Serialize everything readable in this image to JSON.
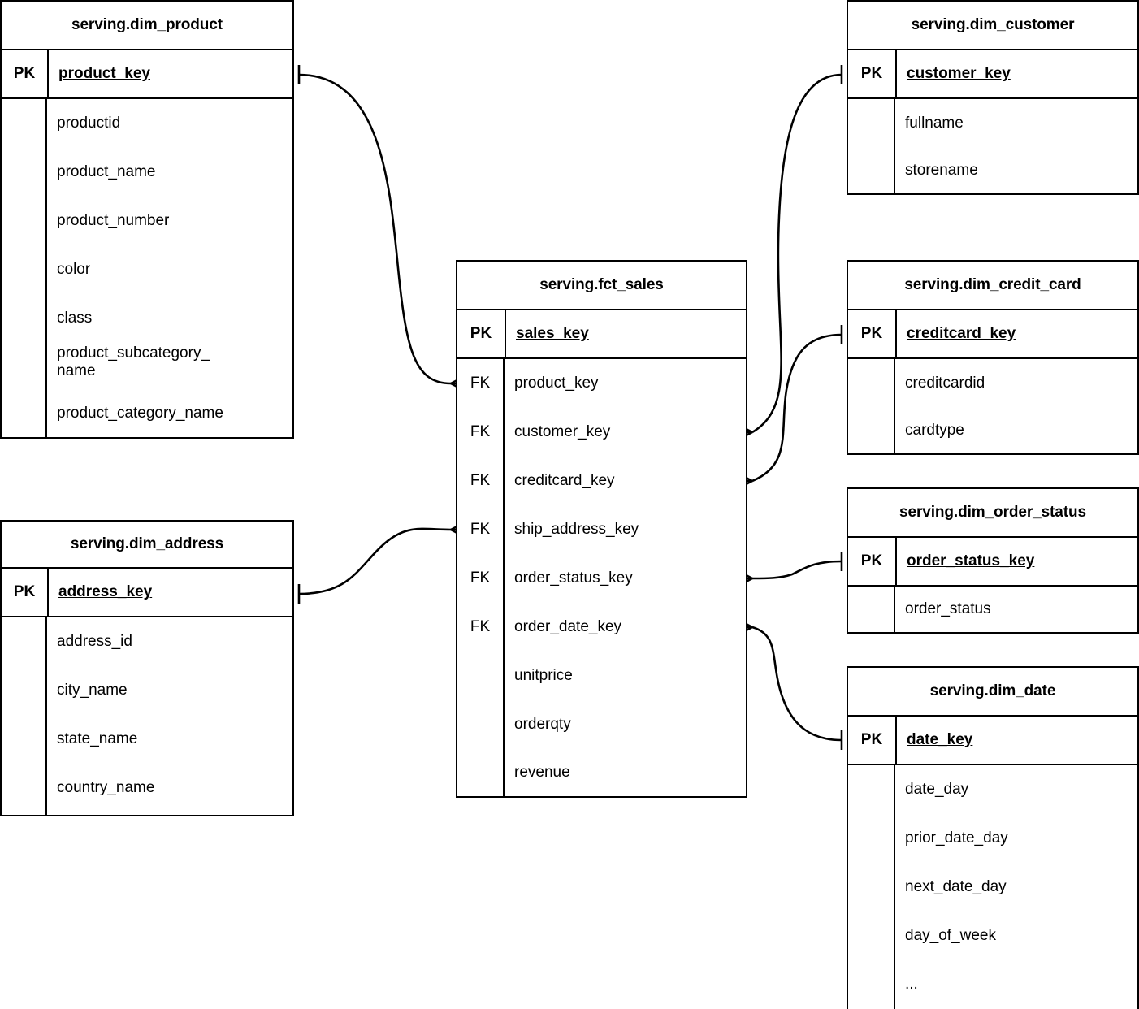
{
  "diagram": {
    "type": "entity-relationship-diagram",
    "notation": "crow-foot",
    "background_color": "#ffffff",
    "line_color": "#000000"
  },
  "entities": {
    "dim_product": {
      "title": "serving.dim_product",
      "pk_label": "PK",
      "pk_column": "product_key",
      "attributes": [
        "productid",
        "product_name",
        "product_number",
        "color",
        "class",
        "product_subcategory_\nname",
        "product_category_name"
      ]
    },
    "fct_sales": {
      "title": "serving.fct_sales",
      "pk_label": "PK",
      "pk_column": "sales_key",
      "fk_label": "FK",
      "foreign_keys": [
        "product_key",
        "customer_key",
        "creditcard_key",
        "ship_address_key",
        "order_status_key",
        "order_date_key"
      ],
      "measures": [
        "unitprice",
        "orderqty",
        "revenue"
      ]
    },
    "dim_address": {
      "title": "serving.dim_address",
      "pk_label": "PK",
      "pk_column": "address_key",
      "attributes": [
        "address_id",
        "city_name",
        "state_name",
        "country_name"
      ]
    },
    "dim_customer": {
      "title": "serving.dim_customer",
      "pk_label": "PK",
      "pk_column": "customer_key",
      "attributes": [
        "fullname",
        "storename"
      ]
    },
    "dim_credit_card": {
      "title": "serving.dim_credit_card",
      "pk_label": "PK",
      "pk_column": "creditcard_key",
      "attributes": [
        "creditcardid",
        "cardtype"
      ]
    },
    "dim_order_status": {
      "title": "serving.dim_order_status",
      "pk_label": "PK",
      "pk_column": "order_status_key",
      "attributes": [
        "order_status"
      ]
    },
    "dim_date": {
      "title": "serving.dim_date",
      "pk_label": "PK",
      "pk_column": "date_key",
      "attributes": [
        "date_day",
        "prior_date_day",
        "next_date_day",
        "day_of_week",
        "..."
      ]
    }
  },
  "relationships": [
    {
      "from": "dim_product.product_key",
      "to": "fct_sales.product_key",
      "cardinality": "one-to-many"
    },
    {
      "from": "dim_address.address_key",
      "to": "fct_sales.ship_address_key",
      "cardinality": "one-to-many"
    },
    {
      "from": "dim_customer.customer_key",
      "to": "fct_sales.customer_key",
      "cardinality": "one-to-many"
    },
    {
      "from": "dim_credit_card.creditcard_key",
      "to": "fct_sales.creditcard_key",
      "cardinality": "one-to-many"
    },
    {
      "from": "dim_order_status.order_status_key",
      "to": "fct_sales.order_status_key",
      "cardinality": "one-to-many"
    },
    {
      "from": "dim_date.date_key",
      "to": "fct_sales.order_date_key",
      "cardinality": "one-to-many"
    }
  ]
}
